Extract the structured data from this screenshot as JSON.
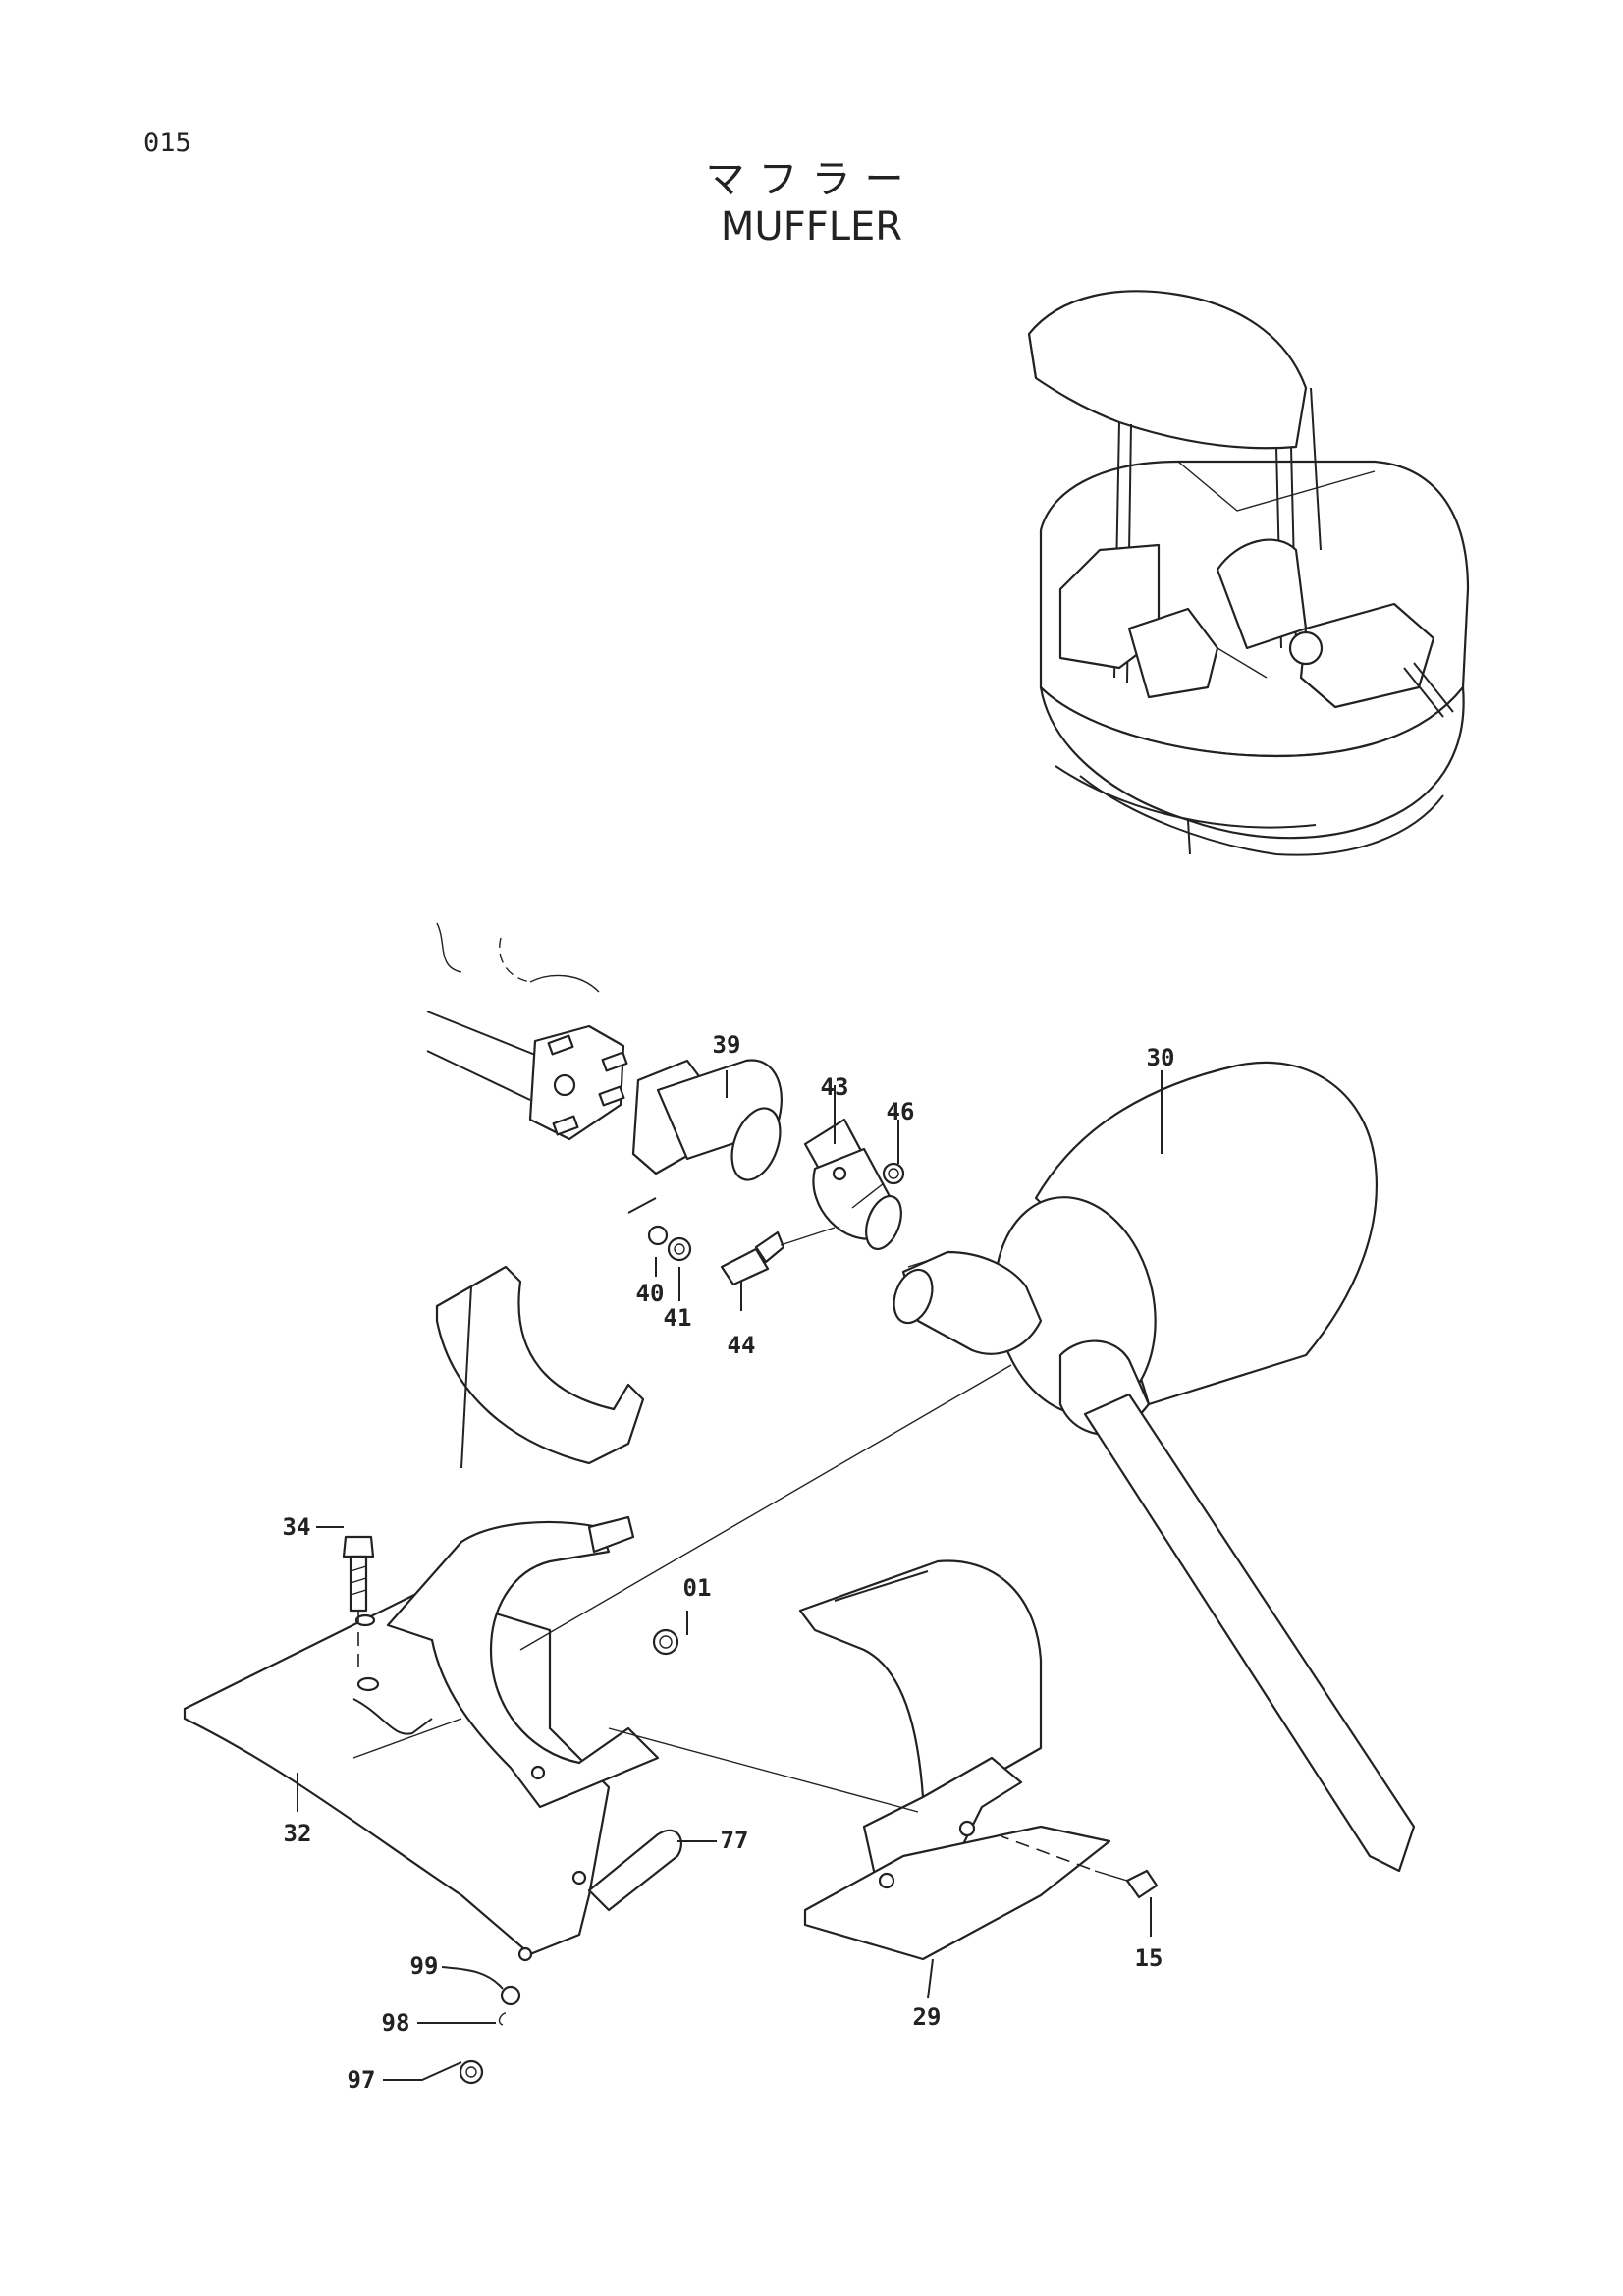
{
  "page": {
    "number": "015",
    "title_jp": "マフラー",
    "title_en": "MUFFLER"
  },
  "callouts": {
    "p39": "39",
    "p43": "43",
    "p46": "46",
    "p30": "30",
    "p40": "40",
    "p41": "41",
    "p44": "44",
    "p34": "34",
    "p01": "01",
    "p32": "32",
    "p77": "77",
    "p99": "99",
    "p98": "98",
    "p97": "97",
    "p29": "29",
    "p15": "15"
  }
}
